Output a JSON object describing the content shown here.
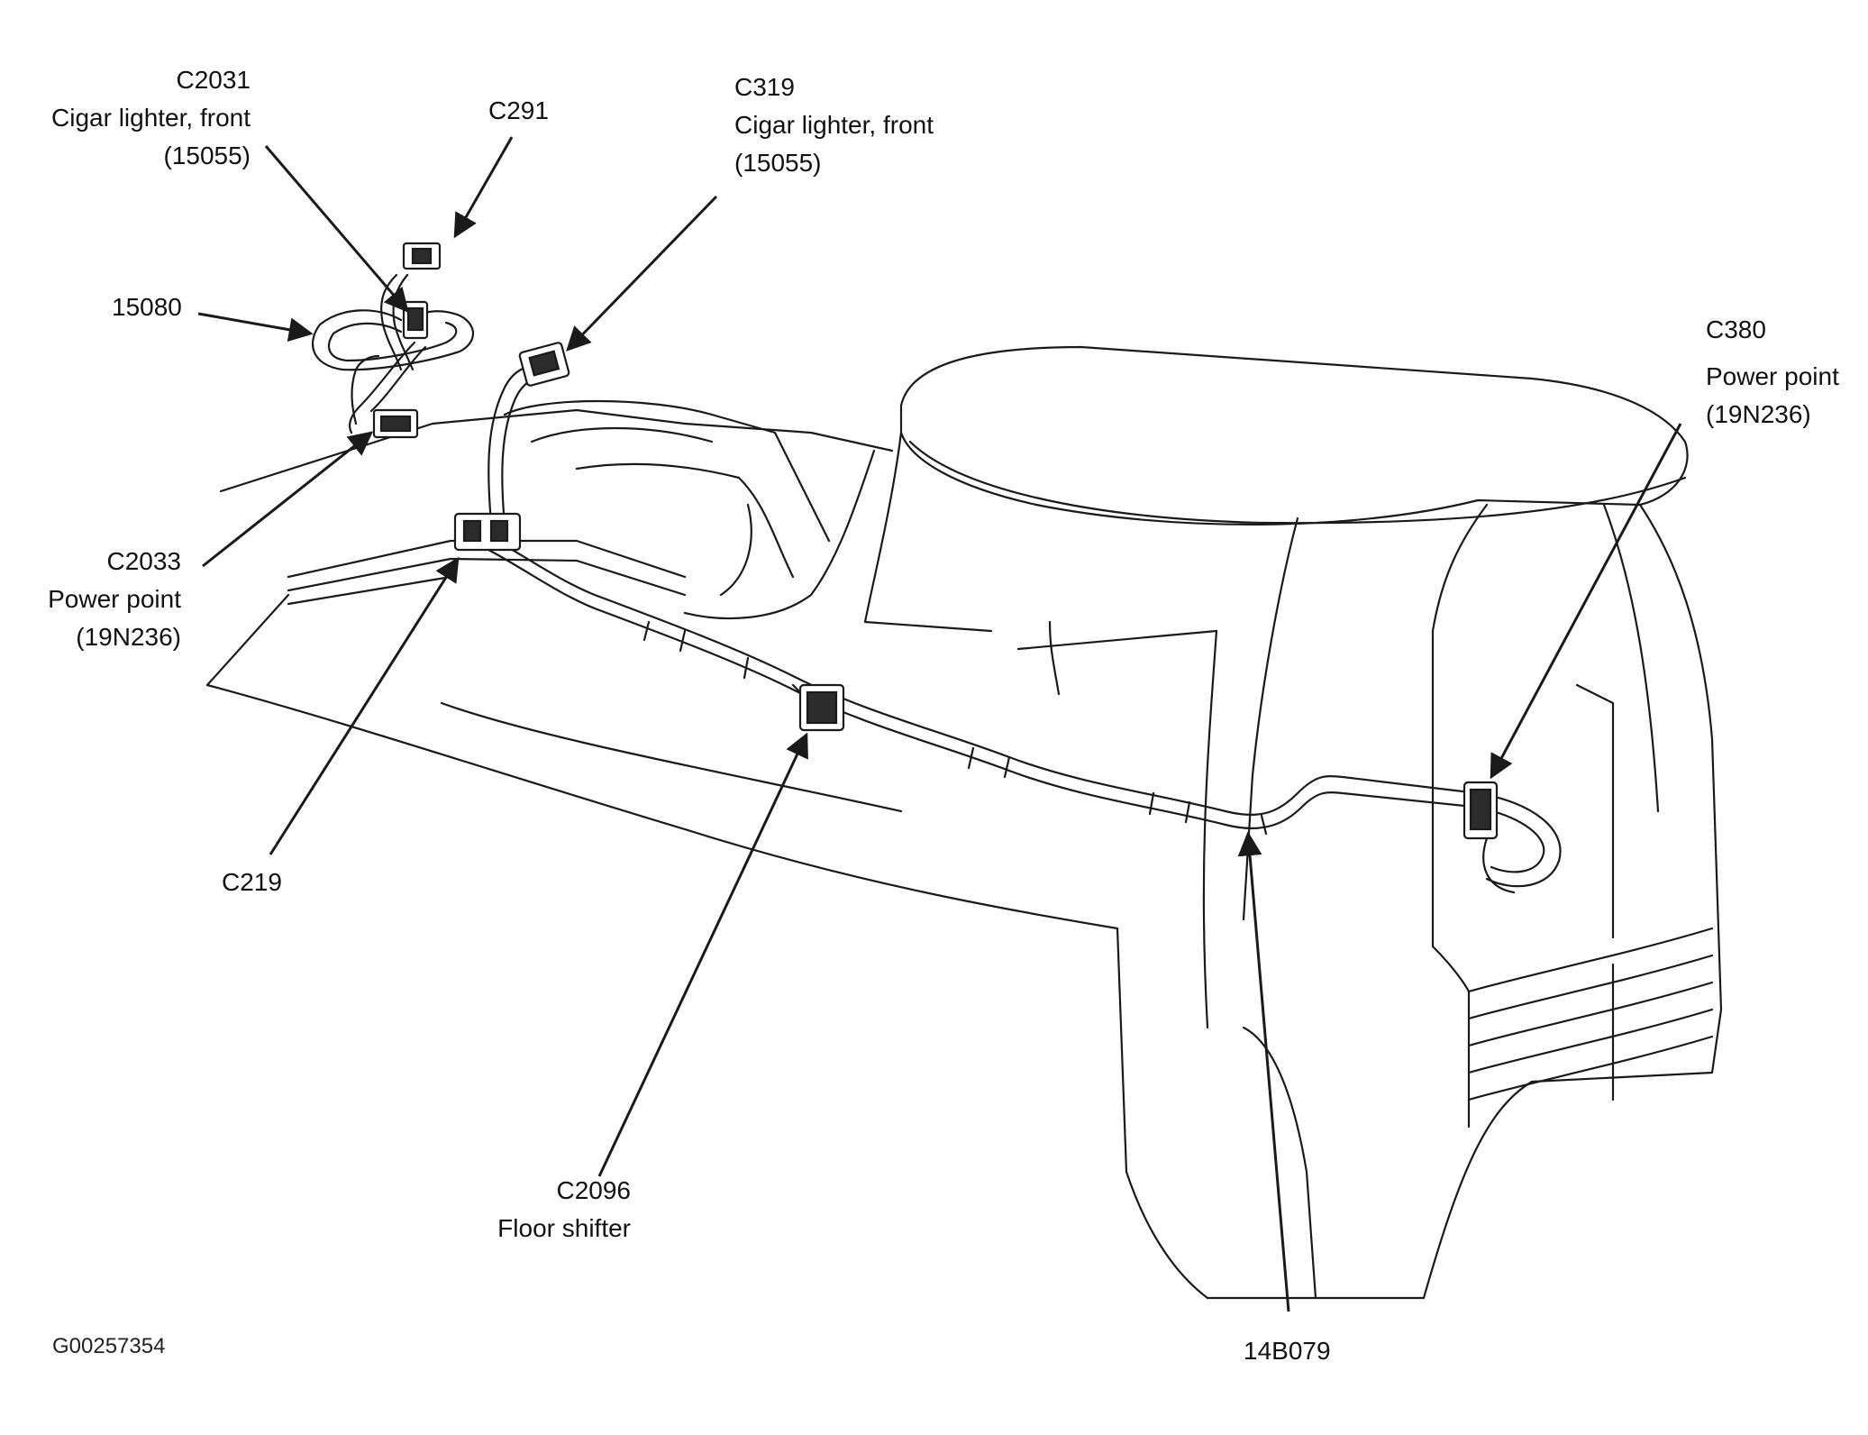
{
  "labels": {
    "c2031": {
      "code": "C2031",
      "desc": "Cigar lighter, front",
      "part": "(15055)"
    },
    "c291": {
      "code": "C291"
    },
    "c319": {
      "code": "C319",
      "desc": "Cigar lighter, front",
      "part": "(15055)"
    },
    "p15080": {
      "code": "15080"
    },
    "c2033": {
      "code": "C2033",
      "desc": "Power point",
      "part": "(19N236)"
    },
    "c380": {
      "code": "C380",
      "desc": "Power point",
      "part": "(19N236)"
    },
    "c219": {
      "code": "C219"
    },
    "c2096": {
      "code": "C2096",
      "desc": "Floor shifter"
    },
    "p14b079": {
      "code": "14B079"
    }
  },
  "figure_id": "G00257354",
  "colors": {
    "line": "#1a1a1a",
    "background": "#ffffff",
    "connector": "#2b2b2b"
  }
}
